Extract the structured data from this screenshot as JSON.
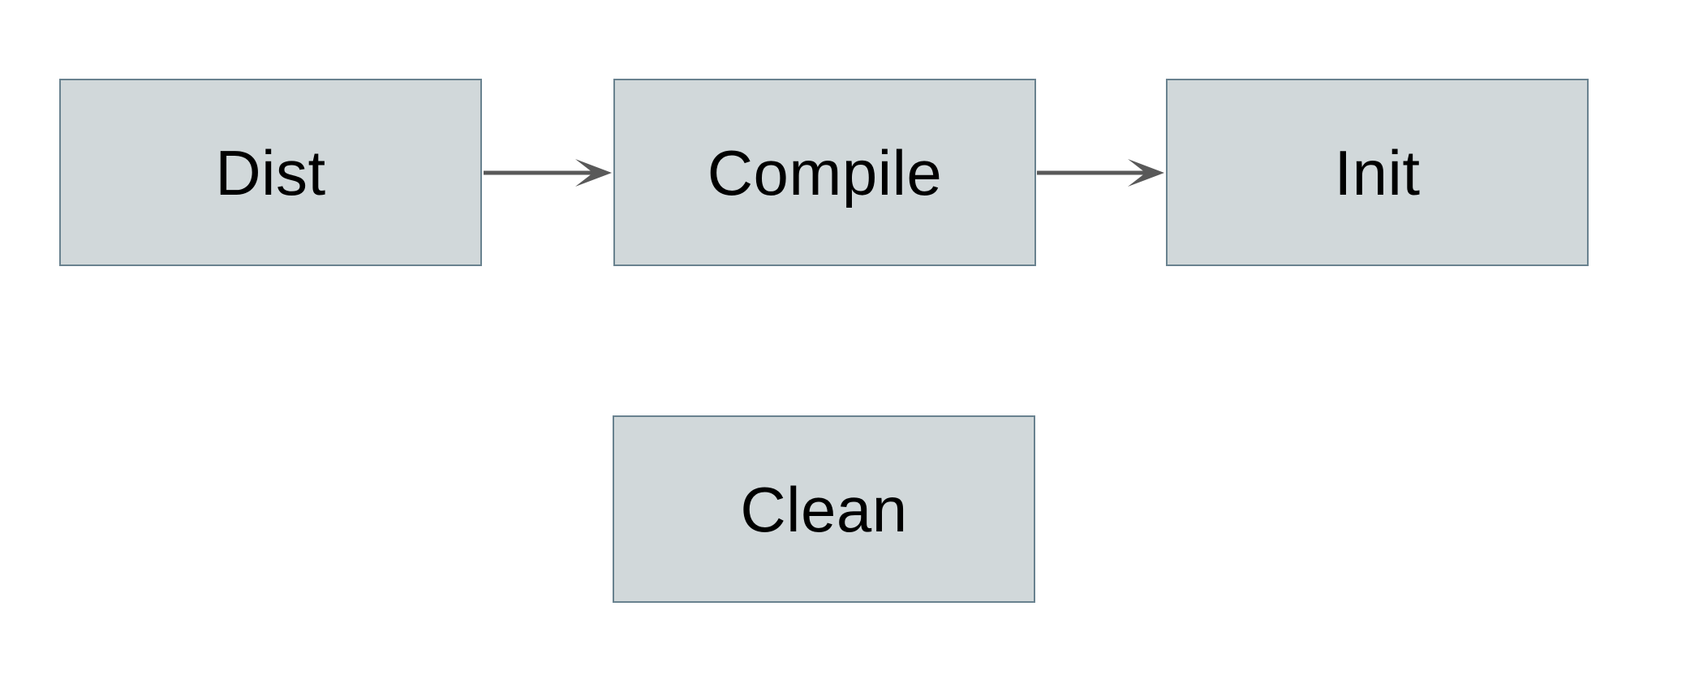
{
  "colors": {
    "background": "#ffffff",
    "node_fill": "#d1d8da",
    "node_border": "#69828f",
    "node_label": "#000000",
    "arrow": "#595959"
  },
  "nodes": [
    {
      "id": "dist",
      "label": "Dist"
    },
    {
      "id": "compile",
      "label": "Compile"
    },
    {
      "id": "init",
      "label": "Init"
    },
    {
      "id": "clean",
      "label": "Clean"
    }
  ],
  "edges": [
    {
      "from": "dist",
      "to": "compile"
    },
    {
      "from": "compile",
      "to": "init"
    }
  ]
}
